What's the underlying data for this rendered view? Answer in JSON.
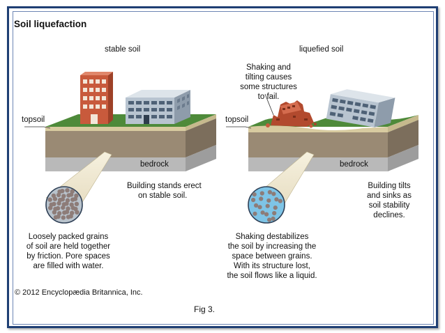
{
  "title": "Soil liquefaction",
  "left_panel": {
    "header": "stable soil",
    "topsoil_label": "topsoil",
    "bedrock_label": "bedrock",
    "building_caption": [
      "Building stands erect",
      "on stable soil."
    ],
    "grains_caption": [
      "Loosely packed grains",
      "of soil are held together",
      "by friction.  Pore spaces",
      "are filled with water."
    ]
  },
  "right_panel": {
    "header": "liquefied soil",
    "shaking_caption": [
      "Shaking and",
      "tilting causes",
      "some structures",
      "to fail."
    ],
    "topsoil_label": "topsoil",
    "bedrock_label": "bedrock",
    "building_caption": [
      "Building tilts",
      "and sinks as",
      "soil stability",
      "declines."
    ],
    "grains_caption": [
      "Shaking destabilizes",
      "the soil by increasing the",
      "space between grains.",
      "With its structure lost,",
      "the soil flows like a liquid."
    ]
  },
  "copyright": "© 2012 Encyclopædia Britannica, Inc.",
  "figure_caption": "Fig 3.",
  "colors": {
    "frame": "#1f3f74",
    "grass": "#4e8a3a",
    "topsoil": "#d8cba0",
    "soil_front": "#9a8a74",
    "bedrock_front": "#b9b9b9",
    "brick_building": "#c85a3c",
    "glass_building": "#b8c4d0",
    "water": "#7ec4e6",
    "grain": "#8d7c78"
  }
}
